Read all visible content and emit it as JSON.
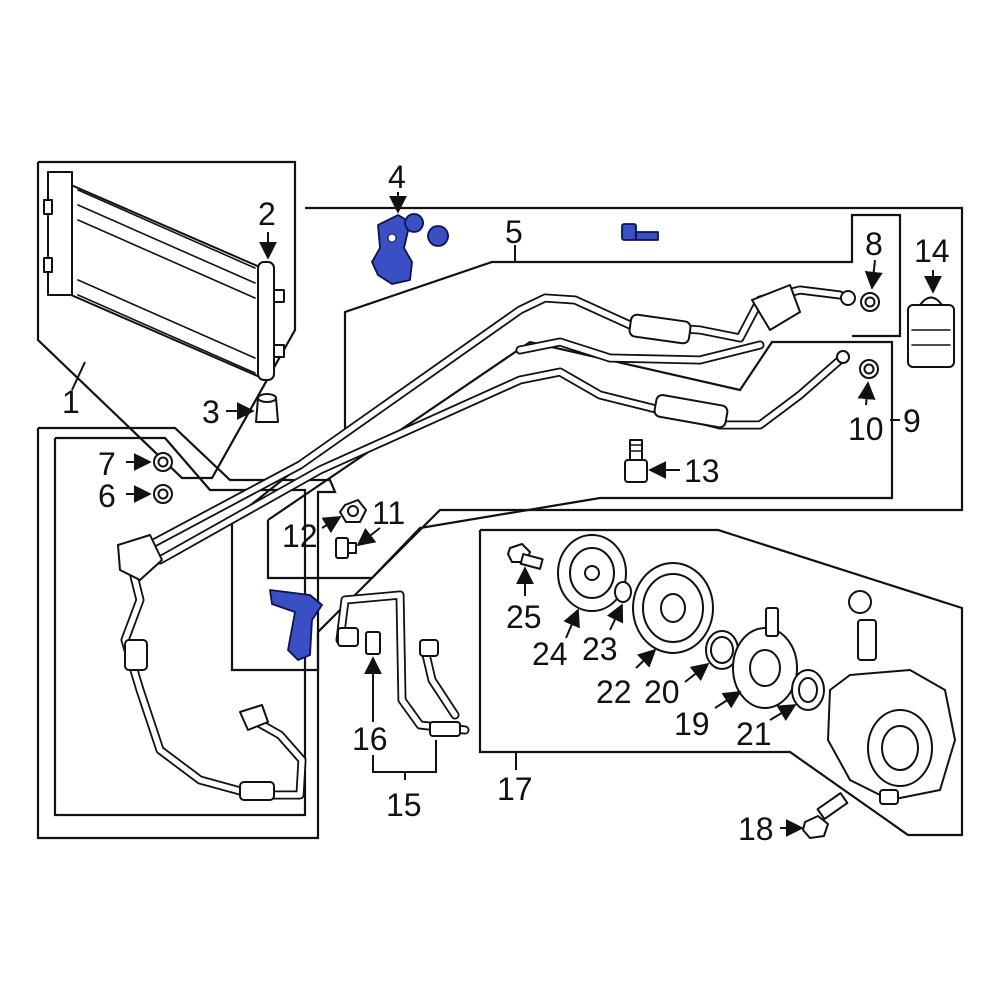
{
  "callouts": [
    {
      "id": "1",
      "text": "1"
    },
    {
      "id": "2",
      "text": "2"
    },
    {
      "id": "3",
      "text": "3"
    },
    {
      "id": "4",
      "text": "4"
    },
    {
      "id": "5",
      "text": "5"
    },
    {
      "id": "6",
      "text": "6"
    },
    {
      "id": "7",
      "text": "7"
    },
    {
      "id": "8",
      "text": "8"
    },
    {
      "id": "9",
      "text": "9"
    },
    {
      "id": "10",
      "text": "10"
    },
    {
      "id": "11",
      "text": "11"
    },
    {
      "id": "12",
      "text": "12"
    },
    {
      "id": "13",
      "text": "13"
    },
    {
      "id": "14",
      "text": "14"
    },
    {
      "id": "15",
      "text": "15"
    },
    {
      "id": "16",
      "text": "16"
    },
    {
      "id": "17",
      "text": "17"
    },
    {
      "id": "18",
      "text": "18"
    },
    {
      "id": "19",
      "text": "19"
    },
    {
      "id": "20",
      "text": "20"
    },
    {
      "id": "21",
      "text": "21"
    },
    {
      "id": "22",
      "text": "22"
    },
    {
      "id": "23",
      "text": "23"
    },
    {
      "id": "24",
      "text": "24"
    },
    {
      "id": "25",
      "text": "25"
    }
  ],
  "colors": {
    "highlight": "#3b4fc4",
    "line": "#111111",
    "background": "#ffffff"
  },
  "highlighted_parts": [
    "4",
    "bracket-near-15"
  ]
}
